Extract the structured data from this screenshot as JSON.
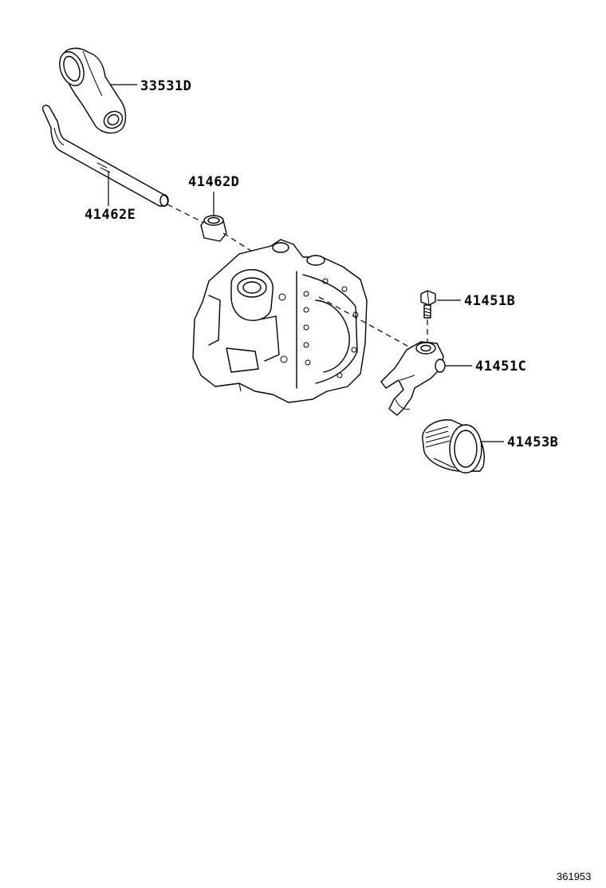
{
  "callouts": {
    "c33531D": "33531D",
    "c41462D": "41462D",
    "c41462E": "41462E",
    "c41451B": "41451B",
    "c41451C": "41451C",
    "c41453B": "41453B"
  },
  "diagram_id": "361953"
}
